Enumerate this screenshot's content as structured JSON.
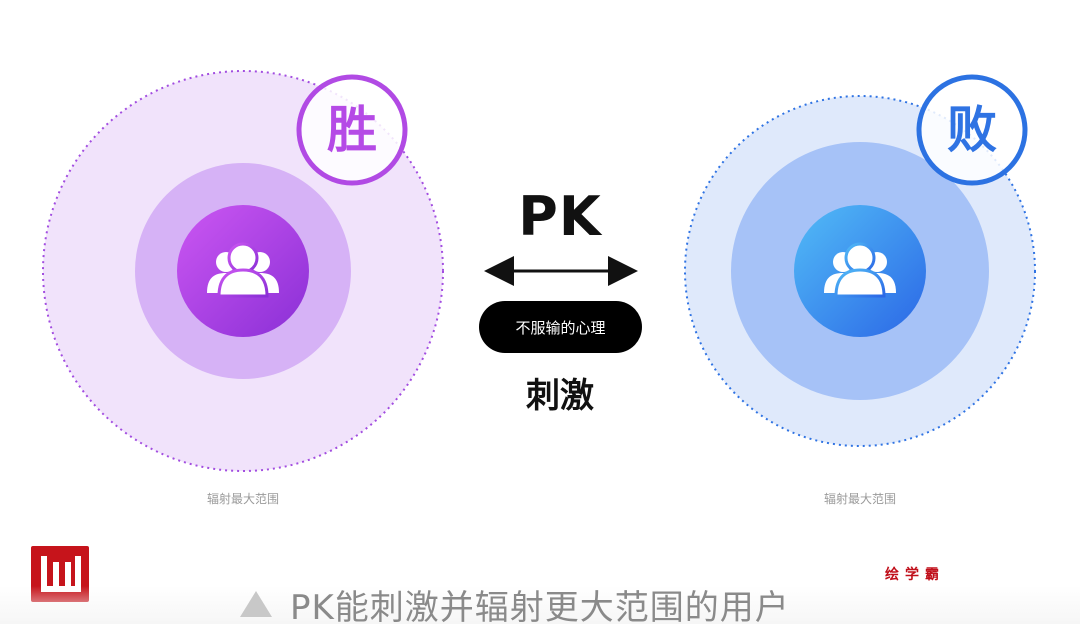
{
  "left_group": {
    "badge": "胜",
    "radius_label": "辐射最大范围",
    "colors": {
      "outer": "#f0e2fb",
      "middle": "#d7b3f6",
      "inner_start": "#c451f0",
      "inner_end": "#8c2fd8",
      "accent": "#b54ae6"
    }
  },
  "right_group": {
    "badge": "败",
    "radius_label": "辐射最大范围",
    "colors": {
      "outer": "#dfe9fb",
      "middle": "#a7c3f7",
      "inner_start": "#4ab3f6",
      "inner_end": "#2d6ee8",
      "accent": "#2f73e3"
    }
  },
  "center": {
    "title": "PK",
    "pill_text": "不服输的心理",
    "stimulus": "刺激"
  },
  "brand": {
    "name": "绘学霸"
  },
  "caption": {
    "text": "PK能刺激并辐射更大范围的用户"
  }
}
